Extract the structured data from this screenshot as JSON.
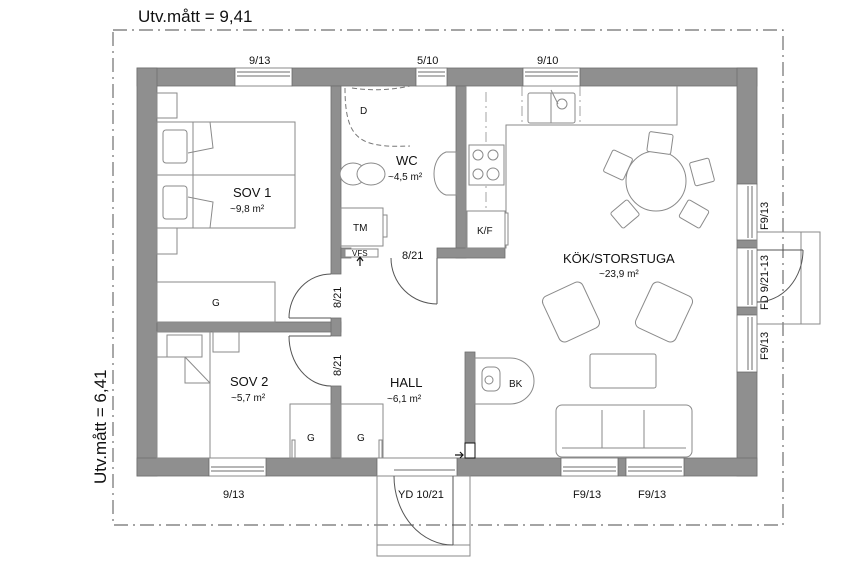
{
  "dimensions": {
    "width_label": "Utv.mått = 9,41",
    "height_label": "Utv.mått = 6,41"
  },
  "rooms": [
    {
      "id": "sov1",
      "name": "SOV 1",
      "area": "~9,8 m²"
    },
    {
      "id": "wc",
      "name": "WC",
      "area": "~4,5 m²"
    },
    {
      "id": "kok",
      "name": "KÖK/STORSTUGA",
      "area": "~23,9 m²"
    },
    {
      "id": "sov2",
      "name": "SOV 2",
      "area": "~5,7 m²"
    },
    {
      "id": "hall",
      "name": "HALL",
      "area": "~6,1 m²"
    }
  ],
  "fixtures": {
    "shower": "D",
    "washing_machine": "TM",
    "fridge_freezer": "K/F",
    "water_meter": "VFS",
    "fireplace": "BK",
    "wardrobe": "G"
  },
  "windows": {
    "top_left": "9/13",
    "top_wc": "5/10",
    "top_kitchen": "9/10",
    "right_upper": "F9/13",
    "right_door": "FD 9/21-13",
    "right_lower": "F9/13",
    "bottom_left": "9/13",
    "bottom_entry": "YD 10/21",
    "bottom_right_1": "F9/13",
    "bottom_right_2": "F9/13"
  },
  "doors": {
    "wc_door": "8/21",
    "sov1_door": "8/21",
    "sov2_door": "8/21"
  }
}
